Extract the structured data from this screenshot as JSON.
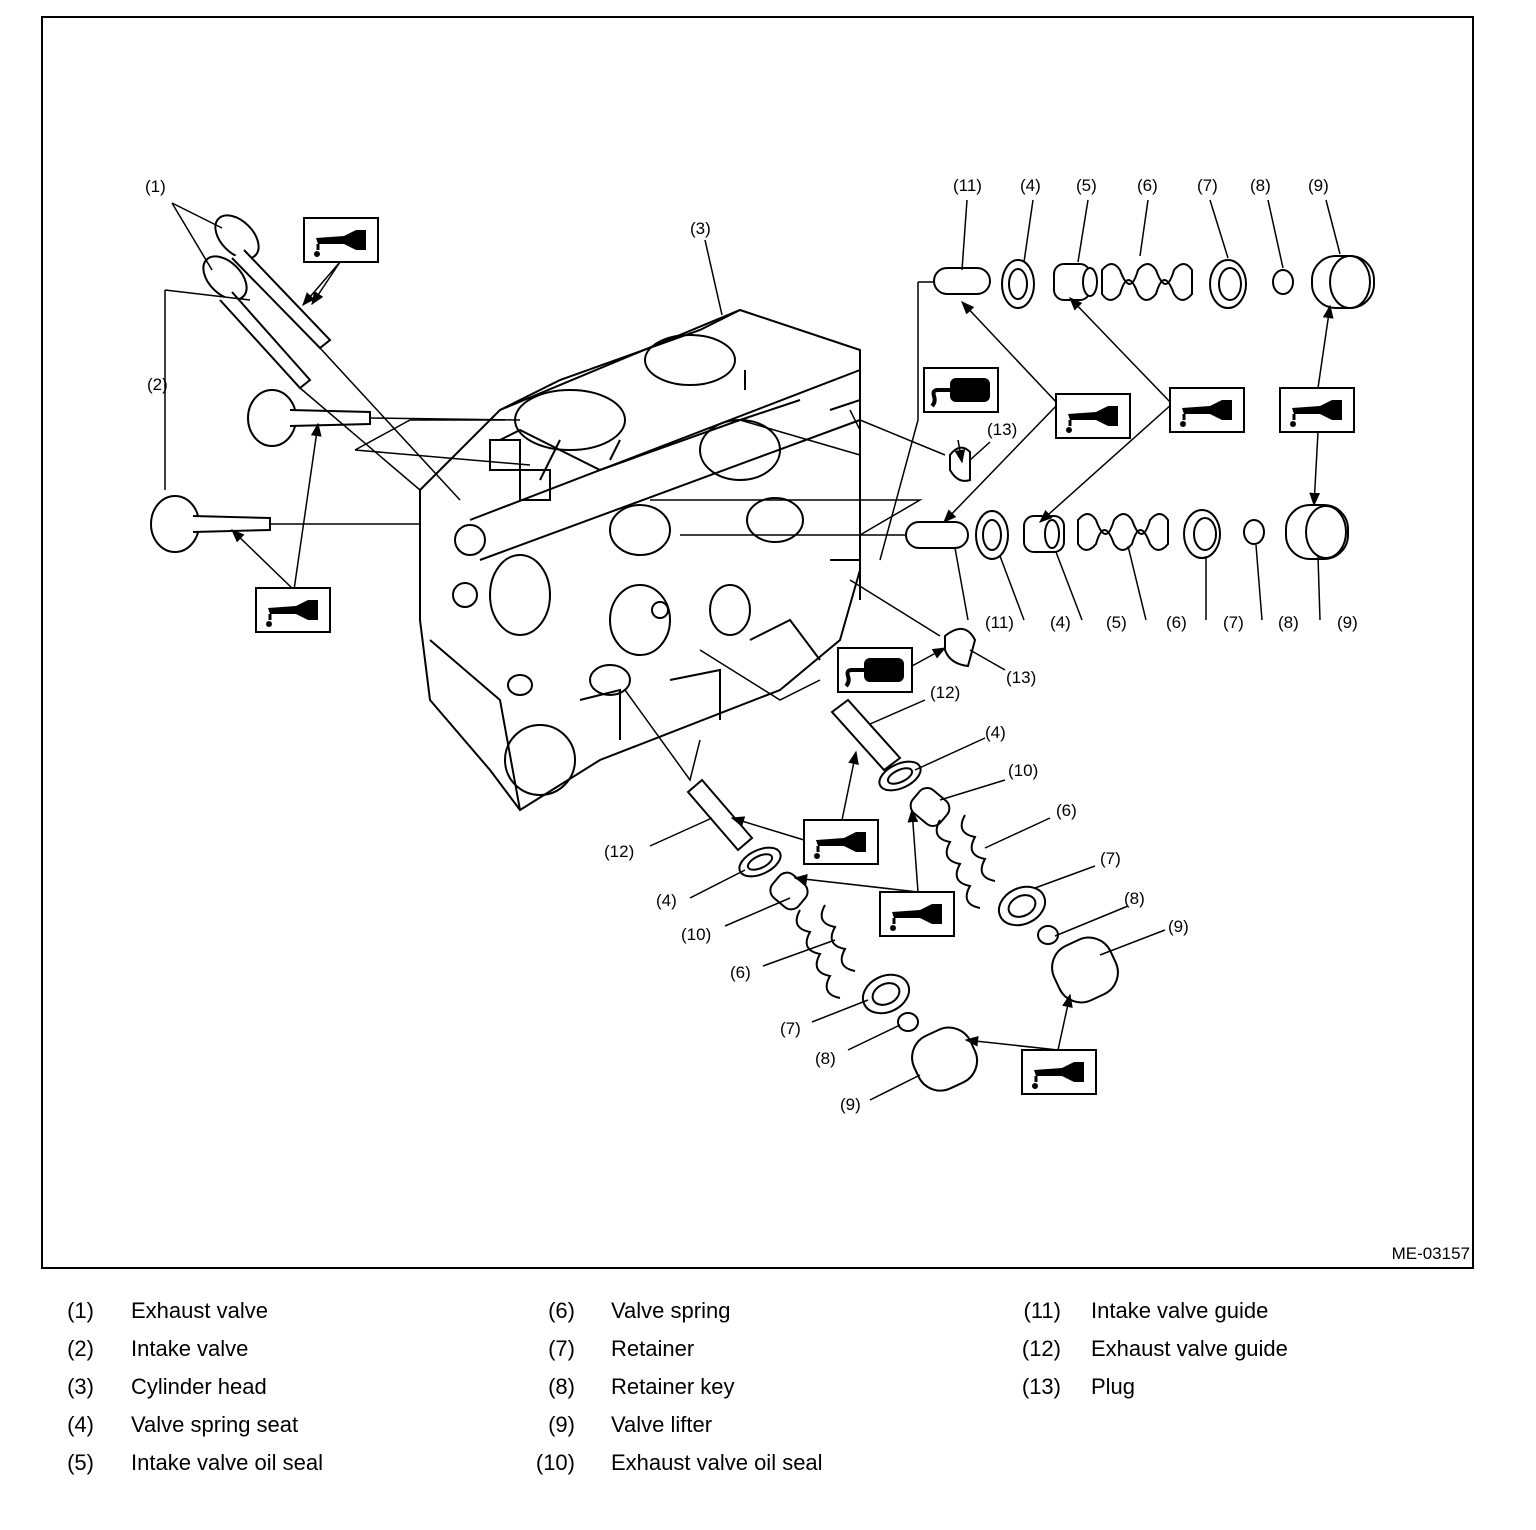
{
  "figure": {
    "id": "ME-03157",
    "callouts": {
      "c1": "(1)",
      "c2": "(2)",
      "c3": "(3)",
      "c4": "(4)",
      "c5": "(5)",
      "c6": "(6)",
      "c7": "(7)",
      "c8": "(8)",
      "c9": "(9)",
      "c10": "(10)",
      "c11": "(11)",
      "c12": "(12)",
      "c13": "(13)"
    },
    "icons": [
      "engine-oil-icon",
      "grease-icon"
    ]
  },
  "legend": {
    "col1": [
      {
        "num": "(1)",
        "name": "Exhaust valve"
      },
      {
        "num": "(2)",
        "name": "Intake valve"
      },
      {
        "num": "(3)",
        "name": "Cylinder head"
      },
      {
        "num": "(4)",
        "name": "Valve spring seat"
      },
      {
        "num": "(5)",
        "name": "Intake valve oil seal"
      }
    ],
    "col2": [
      {
        "num": "(6)",
        "name": "Valve spring"
      },
      {
        "num": "(7)",
        "name": "Retainer"
      },
      {
        "num": "(8)",
        "name": "Retainer key"
      },
      {
        "num": "(9)",
        "name": "Valve lifter"
      },
      {
        "num": "(10)",
        "name": "Exhaust valve oil seal"
      }
    ],
    "col3": [
      {
        "num": "(11)",
        "name": "Intake valve guide"
      },
      {
        "num": "(12)",
        "name": "Exhaust valve guide"
      },
      {
        "num": "(13)",
        "name": "Plug"
      }
    ]
  }
}
